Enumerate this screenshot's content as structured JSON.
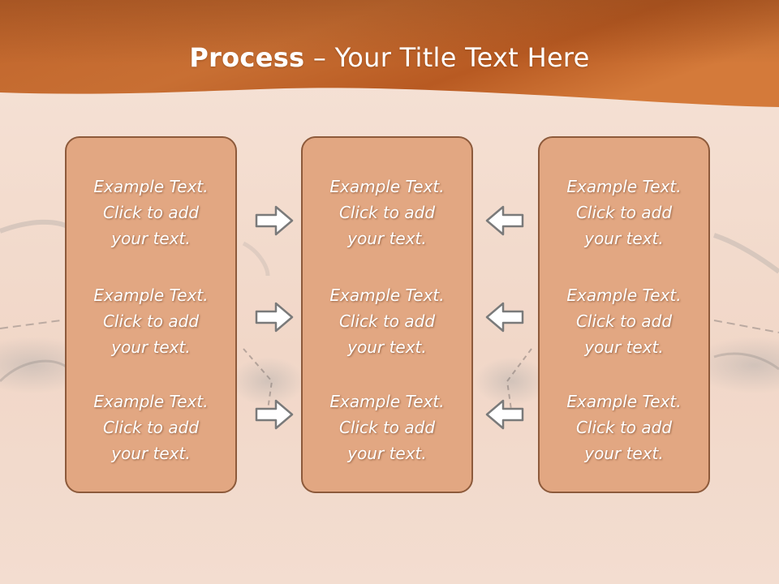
{
  "title": {
    "bold": "Process",
    "separator": " – ",
    "rest": "Your Title Text Here"
  },
  "columns": [
    {
      "items": [
        {
          "line1": "Example Text.",
          "line2": "Click  to add",
          "line3": "your text."
        },
        {
          "line1": "Example Text.",
          "line2": "Click  to add",
          "line3": "your text."
        },
        {
          "line1": "Example Text.",
          "line2": "Click  to add",
          "line3": "your text."
        }
      ]
    },
    {
      "items": [
        {
          "line1": "Example Text.",
          "line2": "Click  to add",
          "line3": "your text."
        },
        {
          "line1": "Example Text.",
          "line2": "Click  to add",
          "line3": "your text."
        },
        {
          "line1": "Example Text.",
          "line2": "Click  to add",
          "line3": "your text."
        }
      ]
    },
    {
      "items": [
        {
          "line1": "Example Text.",
          "line2": "Click  to add",
          "line3": "your text."
        },
        {
          "line1": "Example Text.",
          "line2": "Click  to add",
          "line3": "your text."
        },
        {
          "line1": "Example Text.",
          "line2": "Click  to add",
          "line3": "your text."
        }
      ]
    }
  ],
  "arrows": {
    "left_group": "arrow-right-icon",
    "right_group": "arrow-left-icon"
  },
  "colors": {
    "header": "#c56a2d",
    "box_fill": "#e2a782",
    "box_border": "#8d5a3b",
    "text": "#ffffff",
    "arrow_fill": "#ffffff",
    "arrow_stroke": "#7a7a7a"
  }
}
